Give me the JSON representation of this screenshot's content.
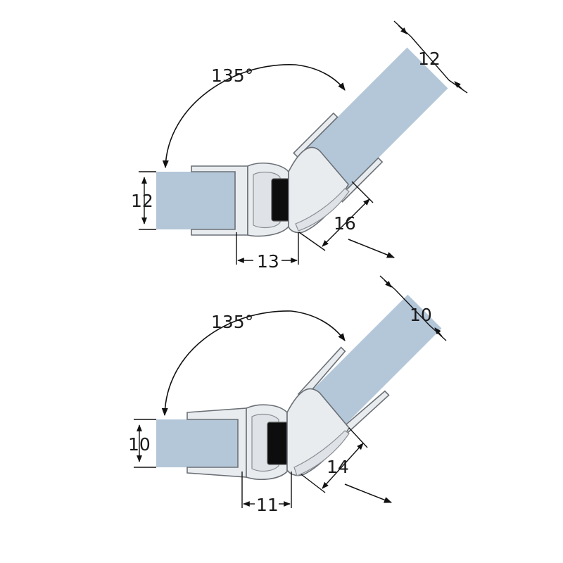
{
  "colors": {
    "glass": "#b4c7d9",
    "profile": "#e9ecef",
    "outline": "#6b7076",
    "magnet": "#0d0d0d",
    "line": "#111111"
  },
  "top_seal": {
    "angle_label": "135°",
    "glass_left_thickness": "12",
    "glass_right_thickness": "12",
    "width_left": "13",
    "width_angled": "16"
  },
  "bottom_seal": {
    "angle_label": "135°",
    "glass_left_thickness": "10",
    "glass_right_thickness": "10",
    "width_left": "11",
    "width_angled": "14"
  }
}
